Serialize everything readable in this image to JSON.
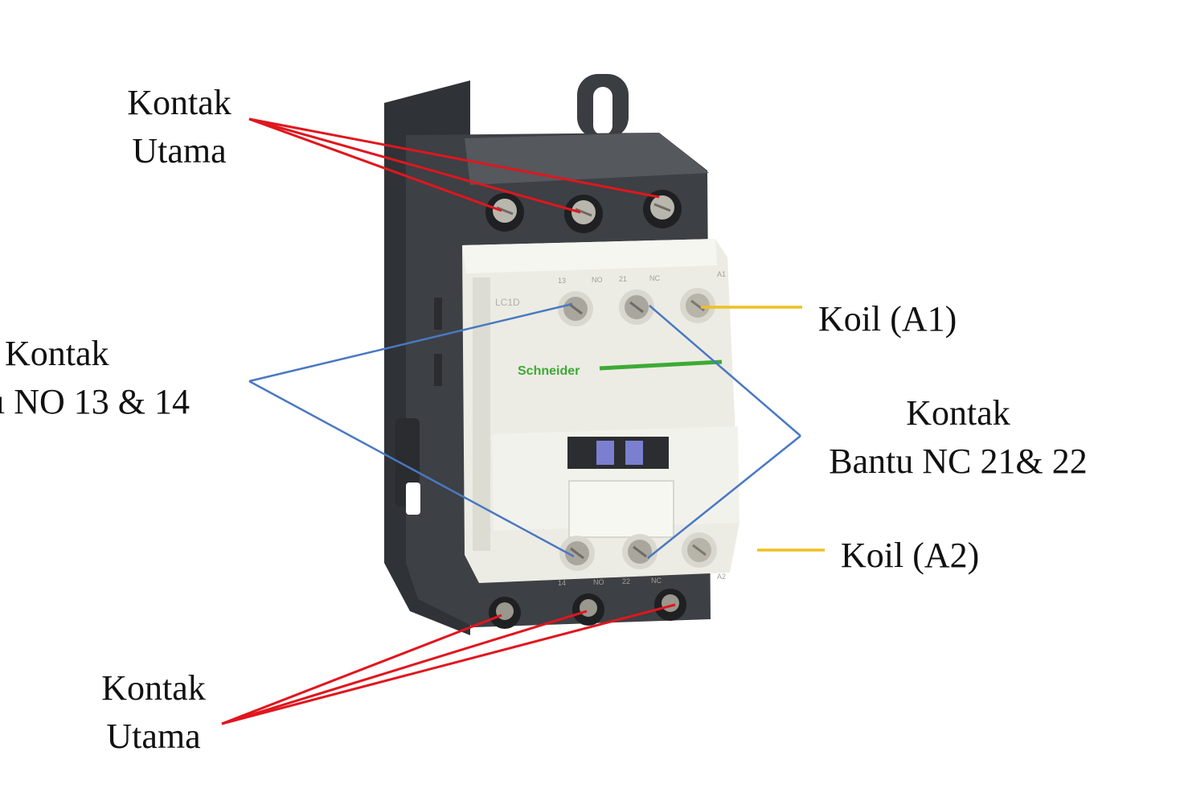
{
  "labels": {
    "main_top": {
      "line1": "Kontak",
      "line2": "Utama"
    },
    "aux_no": {
      "line1": "Kontak",
      "line2": "ı NO 13 & 14"
    },
    "coil_a1": "Koil (A1)",
    "aux_nc": {
      "line1": "Kontak",
      "line2": "Bantu NC 21& 22"
    },
    "coil_a2": "Koil (A2)",
    "main_bottom": {
      "line1": "Kontak",
      "line2": "Utama"
    }
  },
  "device": {
    "brand": "Schneider",
    "model": "LC1D",
    "terminal_marks_top": [
      "13",
      "NO",
      "21",
      "NC",
      "A1"
    ],
    "terminal_marks_bottom": [
      "14",
      "NO",
      "22",
      "NC",
      "A2"
    ]
  },
  "colors": {
    "main_contact_line": "#e0161e",
    "aux_contact_line": "#4a78c2",
    "coil_line": "#f0c020",
    "body_dark": "#3d4044",
    "front_light": "#ecece4",
    "brand_green": "#3daa35"
  }
}
